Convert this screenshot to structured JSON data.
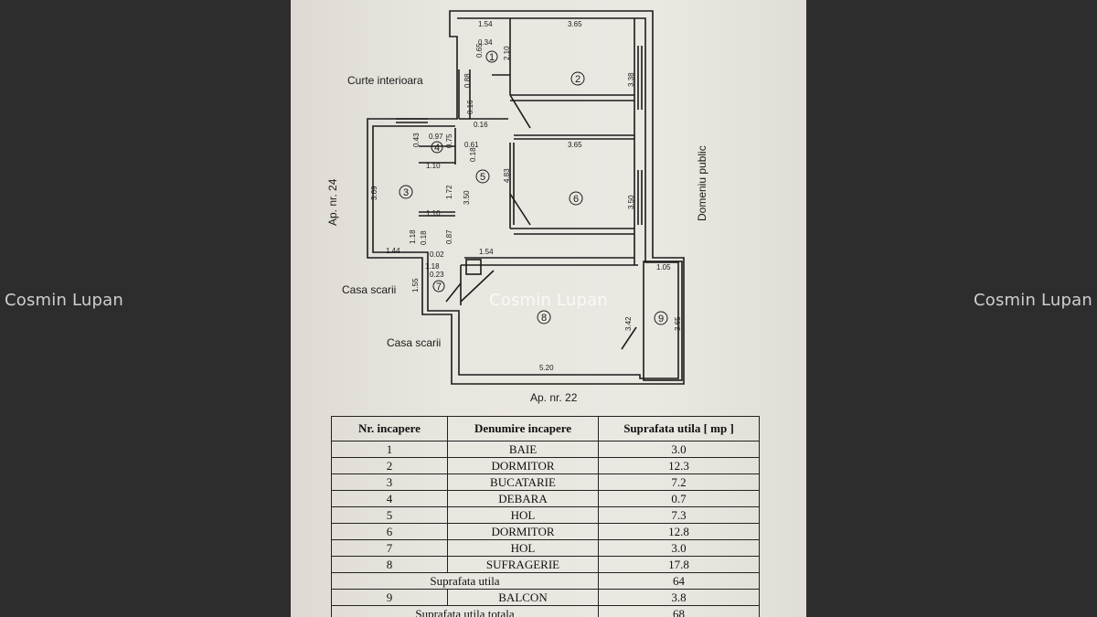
{
  "watermark": {
    "left": "Cosmin Lupan",
    "center": "Cosmin Lupan",
    "right": "Cosmin Lupan"
  },
  "plan": {
    "labels": {
      "courtyard": "Curte interioara",
      "neighbor_left": "Ap. nr. 24",
      "stair1": "Casa scarii",
      "stair2": "Casa scarii",
      "public": "Domeniu public",
      "neighbor_bottom": "Ap. nr. 22"
    },
    "rooms": [
      "1",
      "2",
      "3",
      "4",
      "5",
      "6",
      "7",
      "8",
      "9"
    ],
    "dims": {
      "d154top": "1.54",
      "d365top": "3.65",
      "d034": "0.34",
      "d065": "0.65",
      "d210": "2.10",
      "d088": "0.88",
      "d338": "3.38",
      "d016a": "0.16",
      "d016b": "0.16",
      "d097": "0.97",
      "d043": "0.43",
      "d075": "0.75",
      "d061": "0.61",
      "d018a": "0.18",
      "d110a": "1.10",
      "d365mid": "3.65",
      "d483": "4.83",
      "d369": "3.69",
      "d172": "1.72",
      "d350a": "3.50",
      "d350b": "3.50",
      "d110b": "1.10",
      "d087": "0.87",
      "d118": "1.18",
      "d018b": "0.18",
      "d144": "1.44",
      "d002": "0.02",
      "d154b": "1.54",
      "d118b": "1.18",
      "d023": "0.23",
      "d155": "1.55",
      "d105": "1.05",
      "d342": "3.42",
      "d365r": "3.65",
      "d520": "5.20"
    }
  },
  "table": {
    "headers": [
      "Nr. incapere",
      "Denumire incapere",
      "Suprafata utila [ mp ]"
    ],
    "rows": [
      {
        "nr": "1",
        "name": "BAIE",
        "area": "3.0"
      },
      {
        "nr": "2",
        "name": "DORMITOR",
        "area": "12.3"
      },
      {
        "nr": "3",
        "name": "BUCATARIE",
        "area": "7.2"
      },
      {
        "nr": "4",
        "name": "DEBARA",
        "area": "0.7"
      },
      {
        "nr": "5",
        "name": "HOL",
        "area": "7.3"
      },
      {
        "nr": "6",
        "name": "DORMITOR",
        "area": "12.8"
      },
      {
        "nr": "7",
        "name": "HOL",
        "area": "3.0"
      },
      {
        "nr": "8",
        "name": "SUFRAGERIE",
        "area": "17.8"
      }
    ],
    "subtotal": {
      "label": "Suprafata utila",
      "value": "64"
    },
    "balcony": {
      "nr": "9",
      "name": "BALCON",
      "area": "3.8"
    },
    "total": {
      "label": "Suprafata utila totala",
      "value": "68"
    }
  }
}
